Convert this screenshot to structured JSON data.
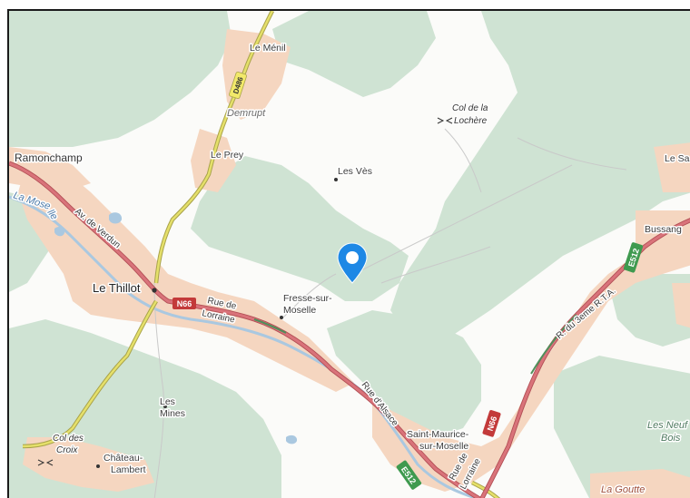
{
  "map": {
    "marker": {
      "icon": "map-pin-icon",
      "color": "#1e88e5"
    },
    "colors": {
      "forest": "#cfe3d3",
      "urban": "#f5d6c0",
      "water": "#aac8e0",
      "main_road": "#d9737a",
      "secondary_road": "#e5e06a",
      "road_casing": "#a9a34b",
      "background": "#fbfbf9"
    },
    "towns": {
      "ramonchamp": "Ramonchamp",
      "le_thillot": "Le Thillot",
      "le_menil": "Le Ménil",
      "le_prey": "Le Prey",
      "les_ves": "Les Vès",
      "fresse_1": "Fresse-sur-",
      "fresse_2": "Moselle",
      "les_mines_1": "Les",
      "les_mines_2": "Mines",
      "chateau_1": "Château-",
      "chateau_2": "Lambert",
      "saint_maurice_1": "Saint-Maurice-",
      "saint_maurice_2": "sur-Moselle",
      "bussang": "Bussang",
      "le_sa": "Le Sa"
    },
    "localities": {
      "demrupt": "Demrupt",
      "les_neuf_bois_1": "Les Neuf",
      "les_neuf_bois_2": "Bois",
      "la_goutte": "La Goutte"
    },
    "passes": {
      "col_lochere_1": "Col de la",
      "col_lochere_2": "Lochère",
      "col_croix_1": "Col des",
      "col_croix_2": "Croix"
    },
    "water": {
      "la_moselle_1": "La Mose",
      "la_moselle_2": "lle"
    },
    "streets": {
      "av_verdun": "Av. de Verdun",
      "rue_lorraine_1": "Rue de",
      "rue_lorraine_2": "Lorraine",
      "rue_alsace": "Rue d'Alsace",
      "rue_lorraine_b_1": "Rue de",
      "rue_lorraine_b_2": "Lorraine",
      "r_3eme_rta": "R. du 3eme R.T.A."
    },
    "shields": {
      "n66_a": "N66",
      "n66_b": "N66",
      "e512_a": "E512",
      "e512_b": "E512",
      "d486": "D486"
    }
  }
}
